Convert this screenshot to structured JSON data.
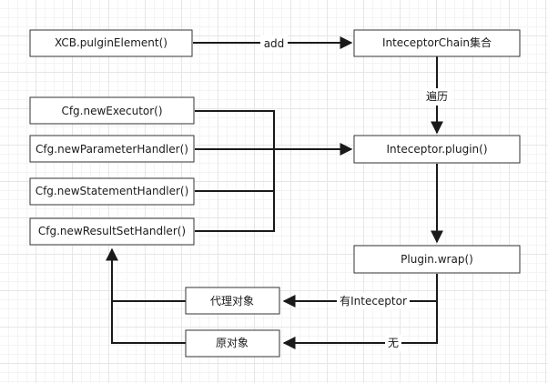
{
  "nodes": {
    "xcb_plugin_element": "XCB.pulginElement()",
    "interceptor_chain": "InteceptorChain集合",
    "cfg_new_executor": "Cfg.newExecutor()",
    "cfg_new_parameter_handler": "Cfg.newParameterHandler()",
    "cfg_new_statement_handler": "Cfg.newStatementHandler()",
    "cfg_new_result_set_handler": "Cfg.newResultSetHandler()",
    "interceptor_plugin": "Inteceptor.plugin()",
    "plugin_wrap": "Plugin.wrap()",
    "proxy_object": "代理对象",
    "original_object": "原对象"
  },
  "edges": {
    "add": "add",
    "traverse": "遍历",
    "has_interceptor": "有Inteceptor",
    "none": "无"
  },
  "colors": {
    "line": "#1a1a1a",
    "box_border": "#333333",
    "grid": "#e6e6e6"
  }
}
